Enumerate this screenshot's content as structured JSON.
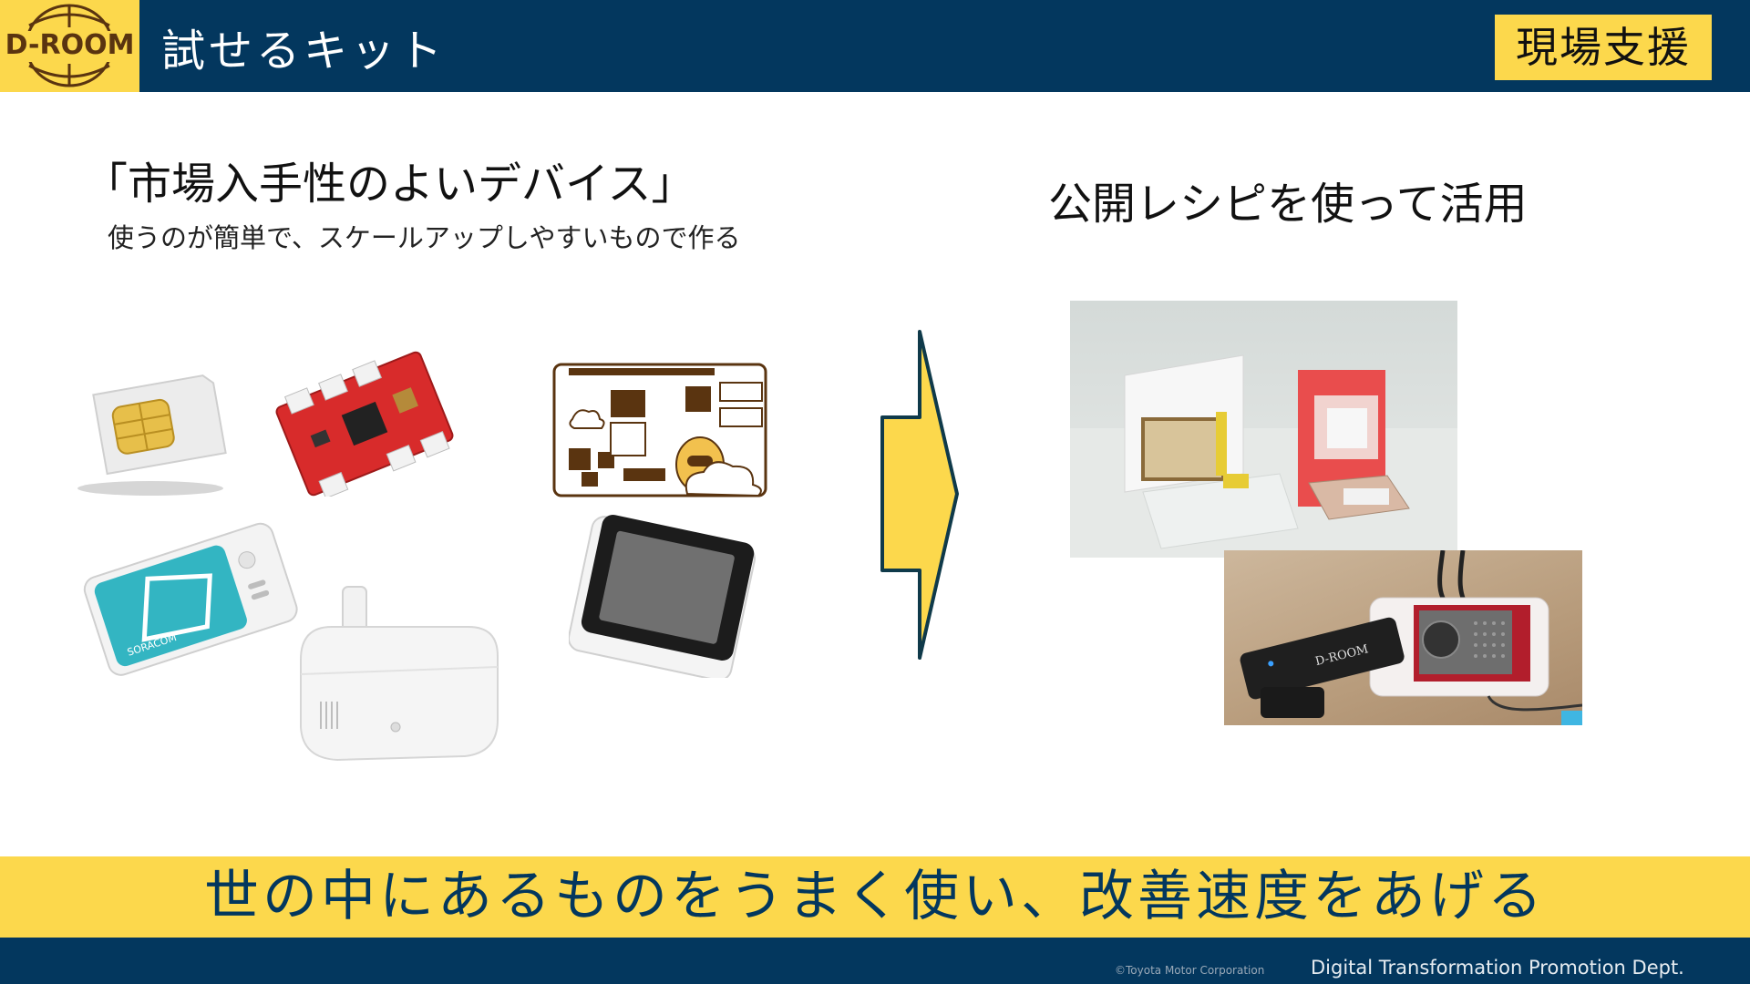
{
  "header": {
    "logo_text": "D-ROOM",
    "title": "試せるキット",
    "badge": "現場支援"
  },
  "left": {
    "heading": "「市場入手性のよいデバイス」",
    "subheading": "使うのが簡単で、スケールアップしやすいもので作る",
    "devices": [
      {
        "name": "sim-card"
      },
      {
        "name": "microcontroller-board"
      },
      {
        "name": "single-board-computer-illustration"
      },
      {
        "name": "gps-tracker-device",
        "label": "SORACOM"
      },
      {
        "name": "wifi-router"
      },
      {
        "name": "touchscreen-device"
      }
    ]
  },
  "right": {
    "heading": "公開レシピを使って活用",
    "photos": [
      {
        "name": "prototype-jig-photo"
      },
      {
        "name": "raspberry-pi-kit-photo",
        "label": "D-ROOM"
      }
    ]
  },
  "colors": {
    "navy": "#03375e",
    "yellow": "#fcd84c"
  },
  "footer": {
    "slogan": "世の中にあるものをうまく使い、改善速度をあげる",
    "copyright": "©Toyota Motor Corporation",
    "department": "Digital Transformation Promotion Dept."
  }
}
